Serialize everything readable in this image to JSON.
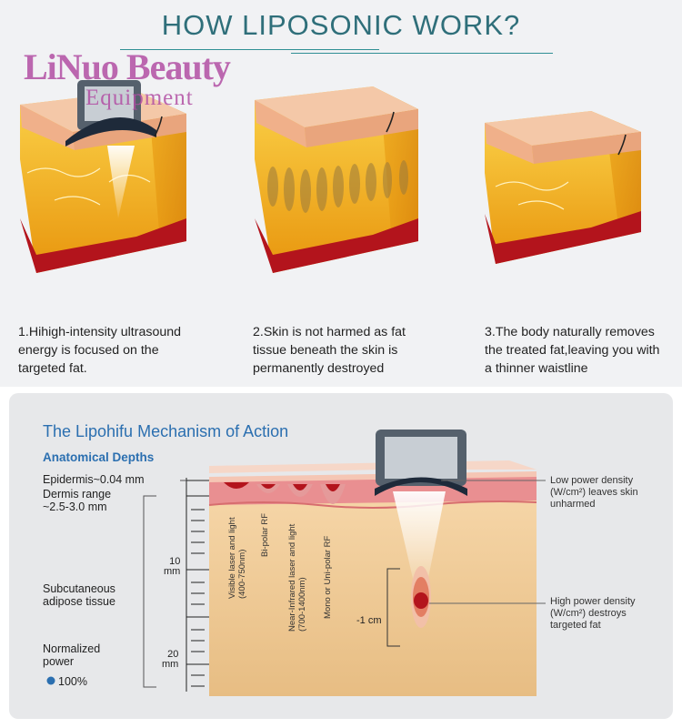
{
  "header": {
    "title": "HOW LIPOSONIC WORK?"
  },
  "watermark": {
    "brand_main": "LiNuo Beauty",
    "brand_sub": "Equipment"
  },
  "steps": [
    {
      "line1": "1.Hihigh-intensity ultrasound",
      "line2": "energy is focused on the",
      "line3": "targeted fat."
    },
    {
      "line1": "2.Skin is not harmed as fat",
      "line2": "tissue beneath the skin is",
      "line3": "permanently destroyed"
    },
    {
      "line1": "3.The body naturally removes",
      "line2": "the treated fat,leaving you with",
      "line3": "a thinner waistline"
    }
  ],
  "mechanism": {
    "title": "The Lipohifu Mechanism of Action",
    "subtitle": "Anatomical Depths",
    "epidermis": "Epidermis~0.04 mm",
    "dermis_line1": "Dermis range",
    "dermis_line2": "~2.5-3.0 mm",
    "tick_10": "10",
    "tick_20": "20",
    "unit_mm": "mm",
    "subcutaneous_line1": "Subcutaneous",
    "subcutaneous_line2": "adipose tissue",
    "normalized_line1": "Normalized",
    "normalized_line2": "power",
    "power_value": "100%",
    "tech_1_line1": "Visible laser and light",
    "tech_1_line2": "(400-750nm)",
    "tech_2": "Bi-polar RF",
    "tech_3_line1": "Near-Infrared laser and light",
    "tech_3_line2": "(700-1400nm)",
    "tech_4": "Mono or Uni-polar RF",
    "focus_depth": "-1 cm",
    "low_power_line1": "Low power density",
    "low_power_line2": "(W/cm²) leaves skin",
    "low_power_line3": "unharmed",
    "high_power_line1": "High power density",
    "high_power_line2": "(W/cm²) destroys",
    "high_power_line3": "targeted fat"
  },
  "colors": {
    "title": "#2f6f7a",
    "mech_blue": "#2b6fb0",
    "fat": "#f3b21f",
    "skin": "#f2b58c",
    "muscle": "#b3141c",
    "brand": "#b24fa4"
  }
}
